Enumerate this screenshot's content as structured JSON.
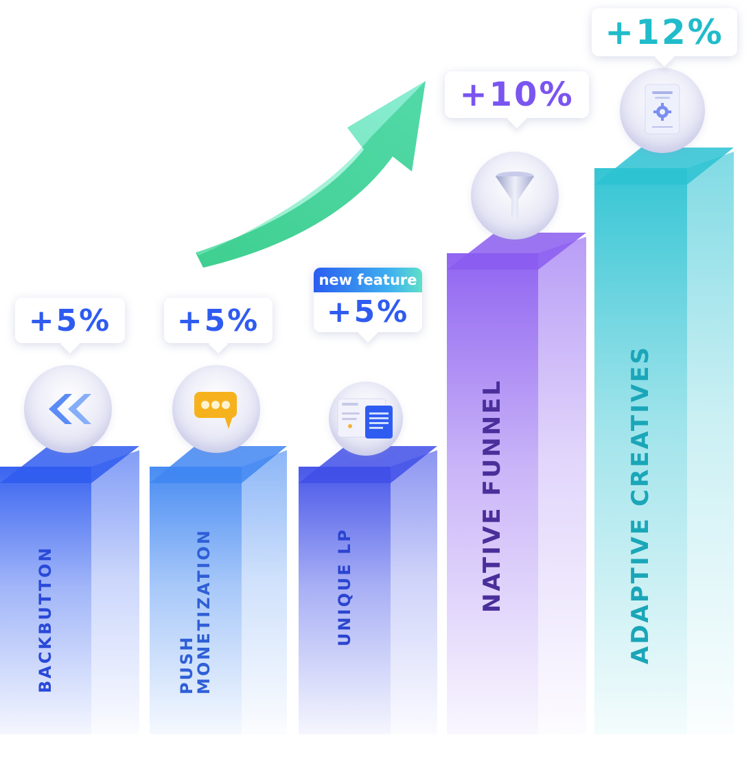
{
  "chart_data": {
    "type": "bar",
    "categories": [
      "BACKBUTTON",
      "PUSH MONETIZATION",
      "UNIQUE LP",
      "NATIVE FUNNEL",
      "ADAPTIVE CREATIVES"
    ],
    "values": [
      5,
      5,
      5,
      10,
      12
    ],
    "value_labels": [
      "+5%",
      "+5%",
      "+5%",
      "+10%",
      "+12%"
    ],
    "badges": [
      "",
      "",
      "new feature",
      "",
      ""
    ],
    "icons": [
      "double-chevron-left-icon",
      "chat-bubble-icon",
      "landing-page-icon",
      "funnel-icon",
      "adaptive-document-gear-icon"
    ],
    "colors": [
      "#2f5cf0",
      "#3f86f2",
      "#3f4fe8",
      "#8a5cf0",
      "#2bc2d2"
    ],
    "label_colors": [
      "#2949d8",
      "#2f5fd6",
      "#2b45d0",
      "#4a2f9a",
      "#1aa6b8"
    ],
    "value_colors": [
      "#2f5cf0",
      "#2f5cf0",
      "#2f5cf0",
      "#7a55f0",
      "#20bccb"
    ],
    "trend": "up",
    "trend_color": "#52d9a8",
    "title": "",
    "xlabel": "",
    "ylabel": ""
  }
}
